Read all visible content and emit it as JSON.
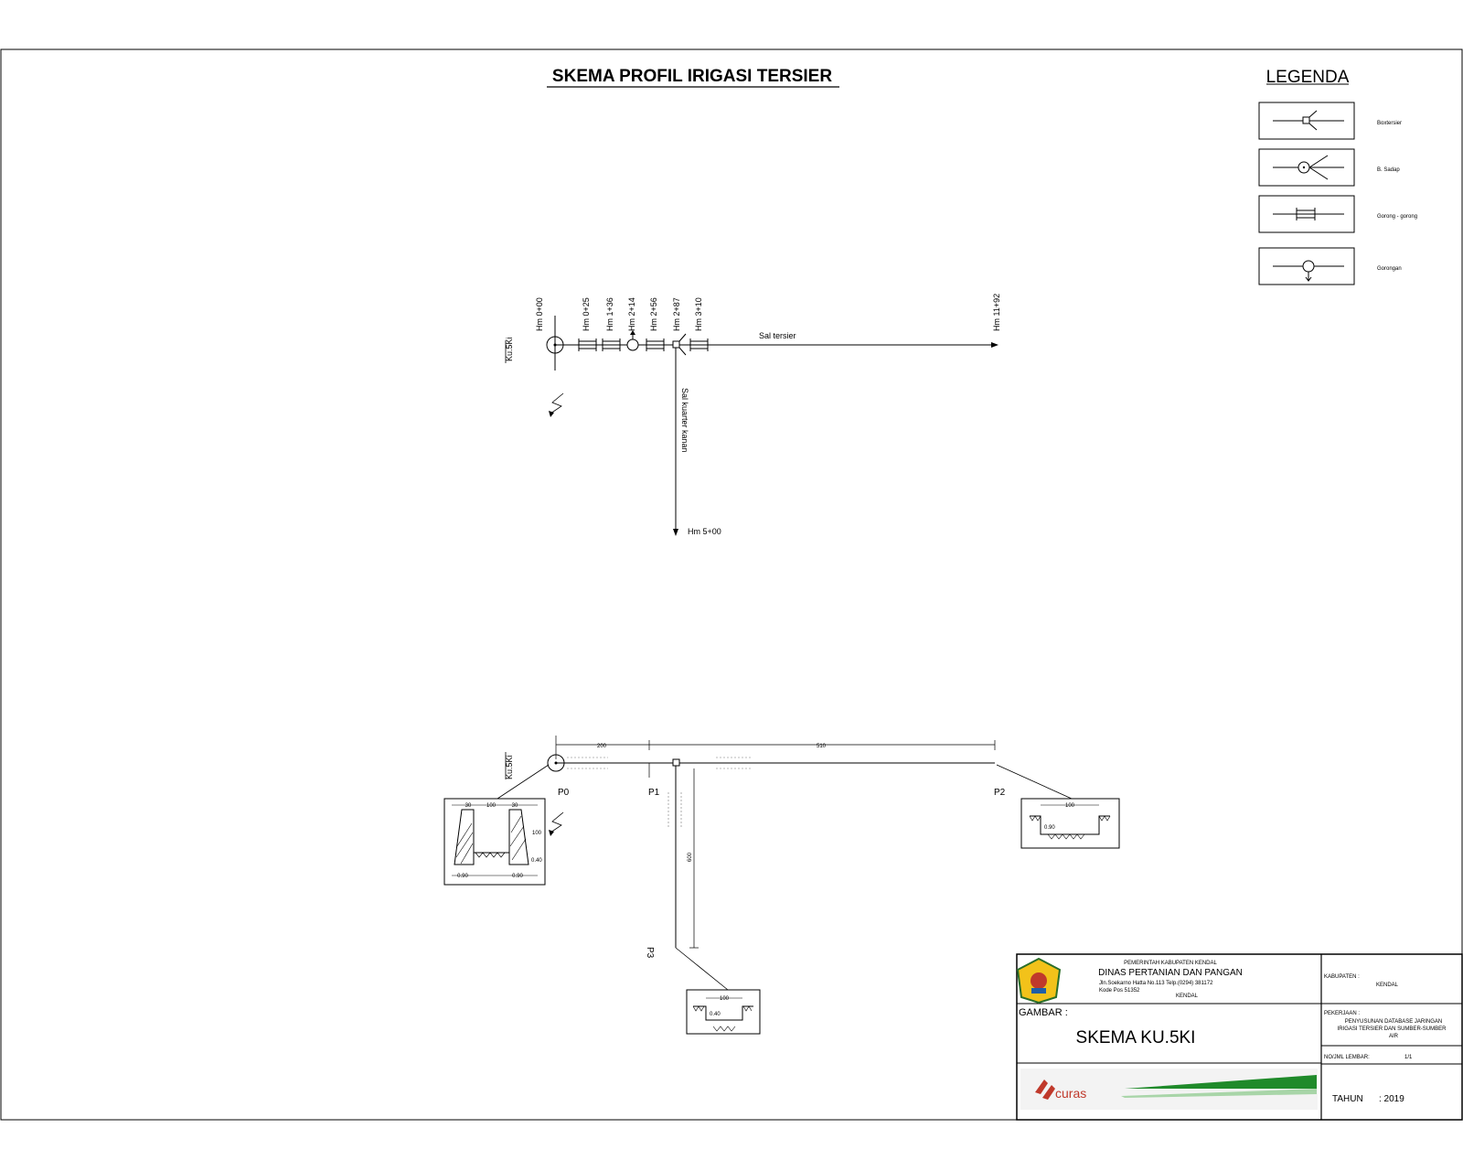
{
  "title": "SKEMA PROFIL IRIGASI TERSIER",
  "legend": {
    "title": "LEGENDA",
    "items": [
      {
        "label": "Boxtersier",
        "icon": "box-tersier-icon"
      },
      {
        "label": "B. Sadap",
        "icon": "bangunan-sadap-icon"
      },
      {
        "label": "Gorong - gorong",
        "icon": "culvert-icon"
      },
      {
        "label": "Gorongan",
        "icon": "gorongan-icon"
      }
    ]
  },
  "profile": {
    "unit_label": "Ku.5Ki",
    "stations": [
      "Hm 0+00",
      "Hm 0+25",
      "Hm 1+36",
      "Hm 2+14",
      "Hm 2+56",
      "Hm 2+87",
      "Hm 3+10",
      "Hm 11+92"
    ],
    "channel_main": "Sal tersier",
    "channel_branch": "Sal kuarter kanan",
    "branch_end": "Hm 5+00"
  },
  "schematic": {
    "unit_label": "Ku.5Ki",
    "dim_a": "200",
    "dim_b": "510",
    "dim_c": "600",
    "points": [
      "P0",
      "P1",
      "P2",
      "P3"
    ],
    "section_p0": {
      "d1": "30",
      "d2": "100",
      "d3": "30",
      "h": "100",
      "h2": "0.40",
      "b1": "0.90",
      "b2": "0.90"
    },
    "section_p2": {
      "w": "100",
      "h": "0.90"
    },
    "section_p3": {
      "w": "100",
      "h": "0.40"
    }
  },
  "title_block": {
    "org_line1": "PEMERINTAH KABUPATEN KENDAL",
    "org_line2": "DINAS PERTANIAN DAN PANGAN",
    "address1": "Jln.Soekarno Hatta No.113 Telp.(0294) 381172",
    "address2": "Kode Pos 51352",
    "city": "KENDAL",
    "kab_label": "KABUPATEN :",
    "kab_value": "KENDAL",
    "gambar_label": "GAMBAR :",
    "gambar_value": "SKEMA KU.5KI",
    "pekerjaan_label": "PEKERJAAN :",
    "pekerjaan_line1": "PENYUSUNAN DATABASE JARINGAN",
    "pekerjaan_line2": "IRIGASI TERSIER DAN SUMBER-SUMBER",
    "pekerjaan_line3": "AIR",
    "lembar_label": "NO/JML LEMBAR:",
    "lembar_value": "1/1",
    "tahun_label": "TAHUN",
    "tahun_value": ": 2019",
    "logo_text": "curas"
  }
}
